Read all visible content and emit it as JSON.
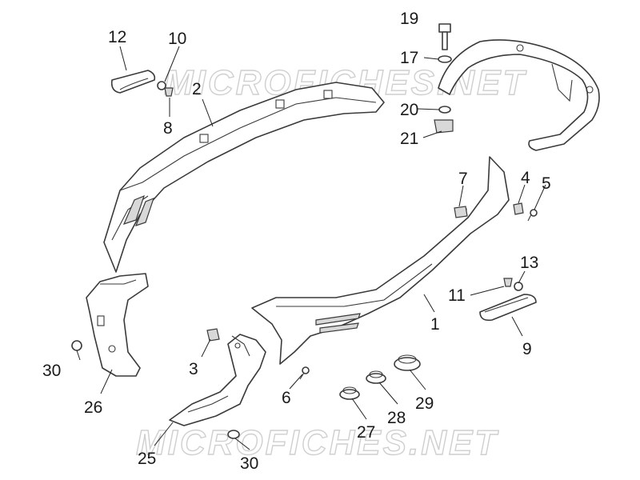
{
  "watermarks": {
    "top": "MICROFICHES.NET",
    "bottom": "MICROFICHES.NET"
  },
  "callouts": {
    "c1": "1",
    "c2": "2",
    "c3": "3",
    "c4": "4",
    "c5": "5",
    "c6": "6",
    "c7": "7",
    "c8": "8",
    "c9": "9",
    "c10": "10",
    "c11": "11",
    "c12": "12",
    "c13": "13",
    "c17": "17",
    "c19": "19",
    "c20": "20",
    "c21": "21",
    "c25": "25",
    "c26": "26",
    "c27": "27",
    "c28": "28",
    "c29": "29",
    "c30a": "30",
    "c30b": "30"
  }
}
